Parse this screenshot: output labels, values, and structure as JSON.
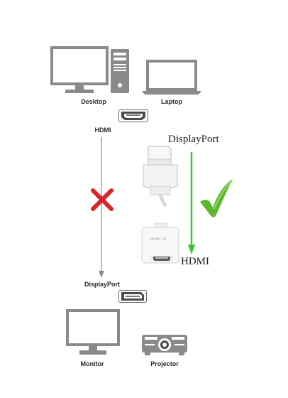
{
  "top": {
    "desktop_label": "Desktop",
    "laptop_label": "Laptop",
    "hdmi_label": "HDMI"
  },
  "adapter": {
    "input_label": "DisplayPort",
    "output_label": "HDMI",
    "chip_text": "HDMI IN"
  },
  "bottom": {
    "displayport_label": "DisplayPort",
    "monitor_label": "Monitor",
    "projector_label": "Projector"
  },
  "colors": {
    "device_gray": "#8a8a8a",
    "device_dark": "#4a4a4a",
    "cross_red": "#d6262b",
    "check_green": "#5cb82e",
    "arrow_green": "#2ecc2e",
    "arrow_gray": "#8c8c8c"
  },
  "icons": [
    "desktop-monitor-icon",
    "pc-tower-icon",
    "laptop-icon",
    "hdmi-port-icon",
    "cross-icon",
    "check-icon",
    "displayport-plug-icon",
    "hdmi-adapter-icon",
    "displayport-port-icon",
    "monitor-icon",
    "projector-icon"
  ]
}
